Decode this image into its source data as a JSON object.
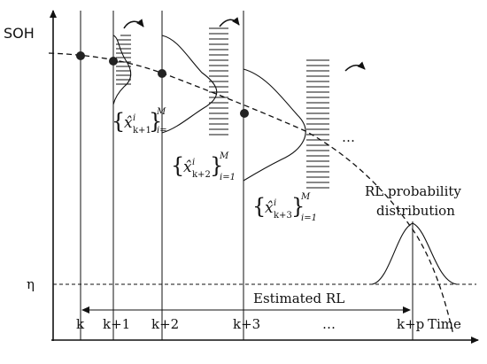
{
  "axes": {
    "y_label": "SOH",
    "x_label": "Time",
    "threshold_label": "η"
  },
  "time_ticks": [
    "k",
    "k+1",
    "k+2",
    "k+3",
    "…",
    "k+p"
  ],
  "ellipsis_mid": "…",
  "particle_sets": [
    {
      "subscript": "k+1",
      "sup": "M",
      "lower": "i="
    },
    {
      "subscript": "k+2",
      "sup": "M",
      "lower": "i=1"
    },
    {
      "subscript": "k+3",
      "sup": "M",
      "lower": "i=1"
    }
  ],
  "particle_symbol": "x̂",
  "particle_index": "i",
  "rl_distribution": {
    "line1": "RL probability",
    "line2": "distribution"
  },
  "estimated_rl_label": "Estimated RL",
  "colors": {
    "ink": "#111111",
    "dot": "#222222"
  }
}
